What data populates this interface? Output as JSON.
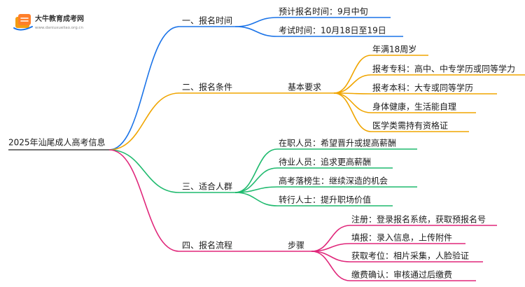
{
  "logo": {
    "name": "大牛教育成考网",
    "url": "www.daniuxueliao.org.cn"
  },
  "root": {
    "label": "2025年汕尾成人高考信息"
  },
  "branches": [
    {
      "label": "一、报名时间",
      "color": "#1a73e8",
      "children": [
        {
          "label": "预计报名时间：9月中旬"
        },
        {
          "label": "考试时间：10月18日至19日"
        }
      ]
    },
    {
      "label": "二、报名条件",
      "color": "#f0a500",
      "children": [
        {
          "label": "基本要求",
          "children": [
            {
              "label": "年满18周岁"
            },
            {
              "label": "报考专科：高中、中专学历或同等学力"
            },
            {
              "label": "报考本科：大专或同等学历"
            },
            {
              "label": "身体健康，生活能自理"
            },
            {
              "label": "医学类需持有资格证"
            }
          ]
        }
      ]
    },
    {
      "label": "三、适合人群",
      "color": "#1fba6e",
      "children": [
        {
          "label": "在职人员：希望晋升或提高薪酬"
        },
        {
          "label": "待业人员：追求更高薪酬"
        },
        {
          "label": "高考落榜生：继续深造的机会"
        },
        {
          "label": "转行人士：提升职场价值"
        }
      ]
    },
    {
      "label": "四、报名流程",
      "color": "#e0267a",
      "children": [
        {
          "label": "步骤",
          "children": [
            {
              "label": "注册：登录报名系统，获取预报名号"
            },
            {
              "label": "填报：录入信息，上传附件"
            },
            {
              "label": "获取考位：相片采集，人脸验证"
            },
            {
              "label": "缴费确认：审核通过后缴费"
            }
          ]
        }
      ]
    }
  ]
}
